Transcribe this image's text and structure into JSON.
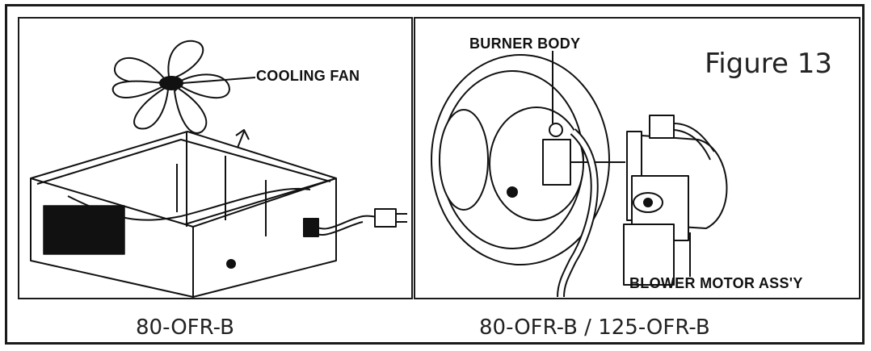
{
  "left_panel": {
    "cooling_fan_label": "COOLING FAN",
    "caption": "80-OFR-B"
  },
  "right_panel": {
    "figure_label": "Figure 13",
    "burner_body_label": "BURNER BODY",
    "blower_motor_label": "BLOWER MOTOR ASS'Y",
    "caption": "80-OFR-B / 125-OFR-B"
  }
}
